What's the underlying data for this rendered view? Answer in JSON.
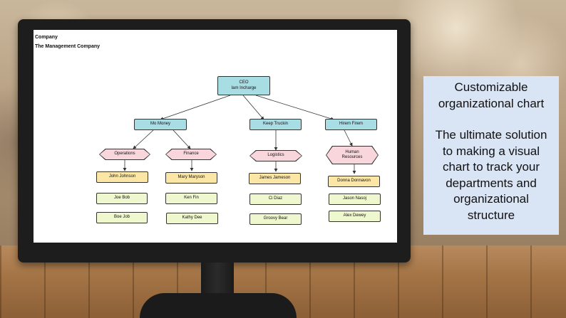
{
  "header": {
    "company_label": "Company",
    "company_name": "The Management Company"
  },
  "org": {
    "ceo": {
      "title": "CEO",
      "name": "Iam Incharge"
    },
    "managers": [
      {
        "name": "Mo Money"
      },
      {
        "name": "Keep Truckin"
      },
      {
        "name": "Hirem Firem"
      }
    ],
    "departments": [
      {
        "name": "Operations",
        "members": [
          "John Johnson",
          "Joe Bob",
          "Boe Job"
        ]
      },
      {
        "name": "Finance",
        "members": [
          "Mary Maryson",
          "Ken Fin",
          "Kathy Dee"
        ]
      },
      {
        "name": "Logistics",
        "members": [
          "James Jameson",
          "Ci Diaz",
          "Groovy Bear"
        ]
      },
      {
        "name": "Human Resources",
        "name_lines": [
          "Human",
          "Resources"
        ],
        "members": [
          "Donna Donnavon",
          "Jason Nasoj",
          "Alex Dewey"
        ]
      }
    ]
  },
  "colors": {
    "ceo_manager_fill": "#a9dde4",
    "department_fill": "#f8d6dc",
    "lead_fill": "#fbe6a6",
    "member_fill": "#eef7cd",
    "promo_bg": "#d9e4f5"
  },
  "promo": {
    "heading_lines": [
      "Customizable",
      "organizational chart"
    ],
    "body_lines": [
      "The ultimate solution",
      "to making a visual",
      "chart to track your",
      "departments and",
      "organizational",
      "structure"
    ]
  }
}
